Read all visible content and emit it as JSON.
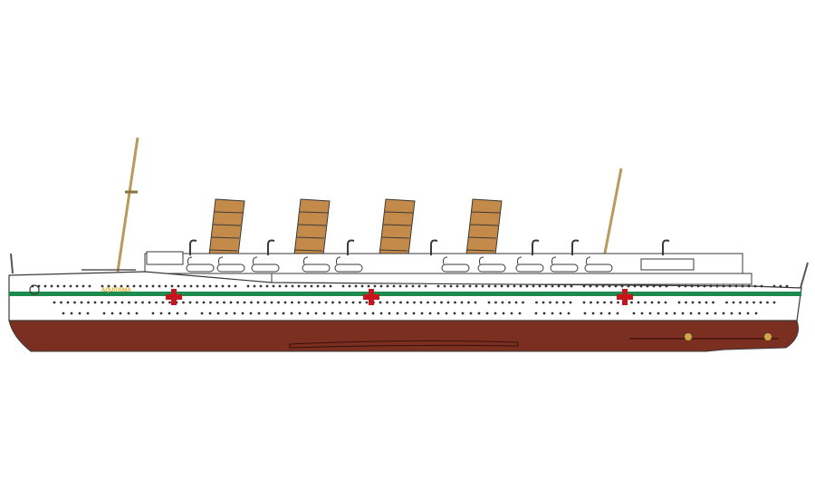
{
  "ship": {
    "name_on_bow": "AQUITANIA",
    "colors": {
      "background": "#ffffff",
      "hull_lower": "#7b2f21",
      "hull_upper": "#ffffff",
      "stripe": "#1d8a4e",
      "red_cross": "#c8141c",
      "funnel": "#c48a4a",
      "mast": "#b99a5c",
      "outline": "#3a3a3a",
      "name_text": "#d9a21b"
    },
    "funnel_count": 4,
    "red_cross_count": 3
  }
}
